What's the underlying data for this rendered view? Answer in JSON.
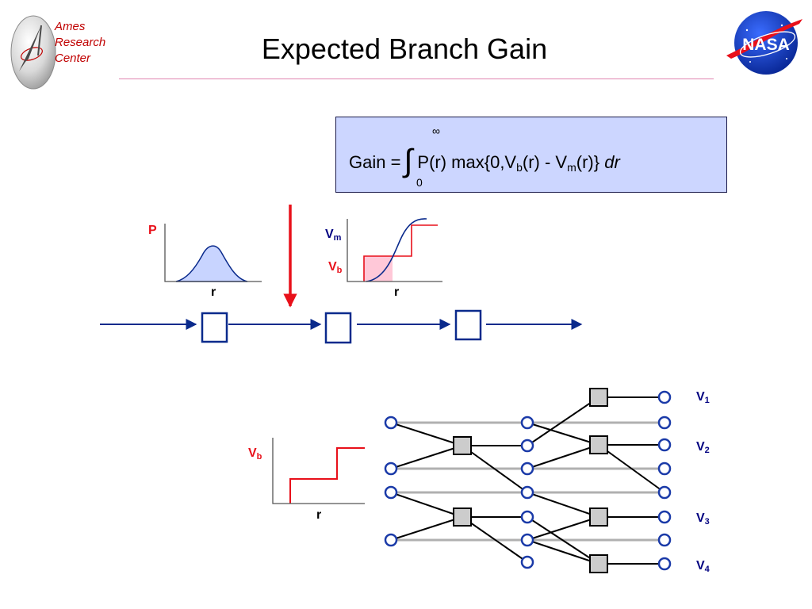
{
  "header": {
    "logo_lines": [
      "Ames",
      "Research",
      "Center"
    ],
    "title": "Expected Branch Gain"
  },
  "formula": {
    "prefix": "Gain =",
    "upper_limit": "∞",
    "lower_limit": "0",
    "part1": "P(r) max{0,V",
    "sub_b": "b",
    "part2": "(r) - V",
    "sub_m": "m",
    "part3": "(r)}",
    "differential": "dr"
  },
  "plots": {
    "p_axis": "P",
    "r_axis": "r",
    "v_main": "V",
    "sub_m": "m",
    "sub_b": "b"
  },
  "values": {
    "v1": {
      "main": "V",
      "sub": "1"
    },
    "v2": {
      "main": "V",
      "sub": "2"
    },
    "v3": {
      "main": "V",
      "sub": "3"
    },
    "v4": {
      "main": "V",
      "sub": "4"
    }
  },
  "colors": {
    "accent_red": "#e8101a",
    "navy": "#000080",
    "formula_bg": "#ccd6ff",
    "bell_fill": "#c8d4ff",
    "vb_fill": "#ffc8d8",
    "node_fill": "#cccccc",
    "logo_red": "#c00000",
    "title_rule": "#e085b0"
  }
}
